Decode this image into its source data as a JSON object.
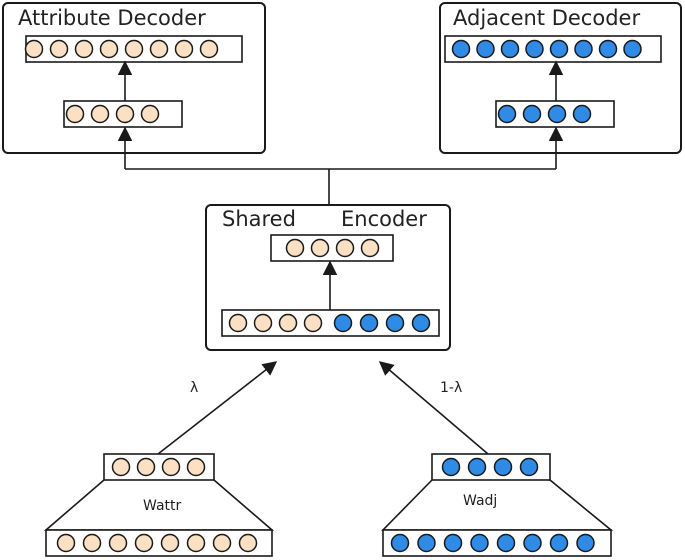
{
  "colors": {
    "attribute_node": "#fbe0c3",
    "adjacent_node": "#2f8be6",
    "stroke": "#1a1a1a"
  },
  "attribute_decoder": {
    "title": "Attribute Decoder"
  },
  "adjacent_decoder": {
    "title": "Adjacent Decoder"
  },
  "shared_encoder": {
    "title_left": "Shared",
    "title_right": "Encoder"
  },
  "edges": {
    "attr_weight": "λ",
    "adj_weight": "1-λ"
  },
  "inputs": {
    "attr_label": "Wattr",
    "adj_label": "Wadj"
  }
}
